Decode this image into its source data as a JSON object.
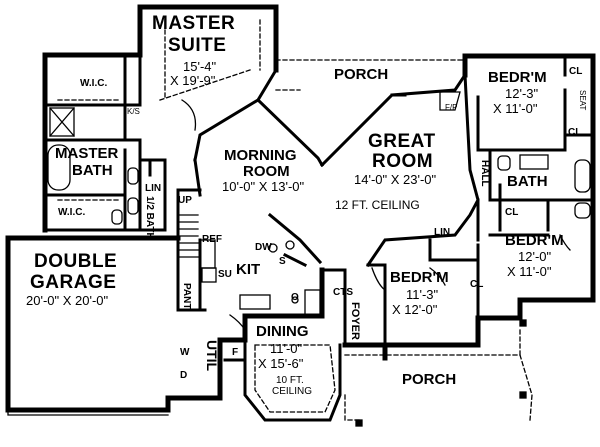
{
  "rooms": {
    "master_suite": {
      "name_line1": "MASTER",
      "name_line2": "SUITE",
      "dim_line1": "15'-4\"",
      "dim_line2": "X 19'-9\""
    },
    "morning_room": {
      "name_line1": "MORNING",
      "name_line2": "ROOM",
      "dim": "10'-0\" X 13'-0\""
    },
    "great_room": {
      "name_line1": "GREAT",
      "name_line2": "ROOM",
      "dim": "14'-0\" X 23'-0\"",
      "ceiling": "12 FT. CEILING"
    },
    "master_bath": {
      "name_line1": "MASTER",
      "name_line2": "BATH"
    },
    "double_garage": {
      "name_line1": "DOUBLE",
      "name_line2": "GARAGE",
      "dim": "20'-0\" X 20'-0\""
    },
    "dining": {
      "name": "DINING",
      "dim_line1": "11'-0\"",
      "dim_line2": "X 15'-6\"",
      "ceiling_line1": "10 FT.",
      "ceiling_line2": "CEILING"
    },
    "bedroom_ne": {
      "name": "BEDR'M",
      "dim_line1": "12'-3\"",
      "dim_line2": "X 11'-0\""
    },
    "bedroom_e": {
      "name": "BEDR'M",
      "dim_line1": "12'-0\"",
      "dim_line2": "X 11'-0\""
    },
    "bedroom_c": {
      "name": "BEDR'M",
      "dim_line1": "11'-3\"",
      "dim_line2": "X 12'-0\""
    },
    "bath": {
      "name": "BATH"
    },
    "porch_north": {
      "name": "PORCH"
    },
    "porch_south": {
      "name": "PORCH"
    },
    "kit": {
      "name": "KIT"
    },
    "foyer": {
      "name": "FOYER"
    },
    "util": {
      "name": "UTIL"
    }
  },
  "small_labels": {
    "wic_top": "W.I.C.",
    "wic_bottom": "W.I.C.",
    "ks": "K/S",
    "lin_bath": "LIN",
    "half_bath": "1/2 BATH",
    "up": "UP",
    "ref": "REF",
    "su": "SU",
    "dw": "DW",
    "s": "S",
    "o": "O",
    "pant": "PANT",
    "cts": "CTS",
    "fp": "F/P",
    "hall": "HALL",
    "lin_hall": "LIN",
    "cl_ne": "CL",
    "seat": "SEAT",
    "cl_ne2": "CL",
    "cl_bath": "CL",
    "cl_c": "CL",
    "w": "W",
    "d": "D",
    "f": "F"
  }
}
